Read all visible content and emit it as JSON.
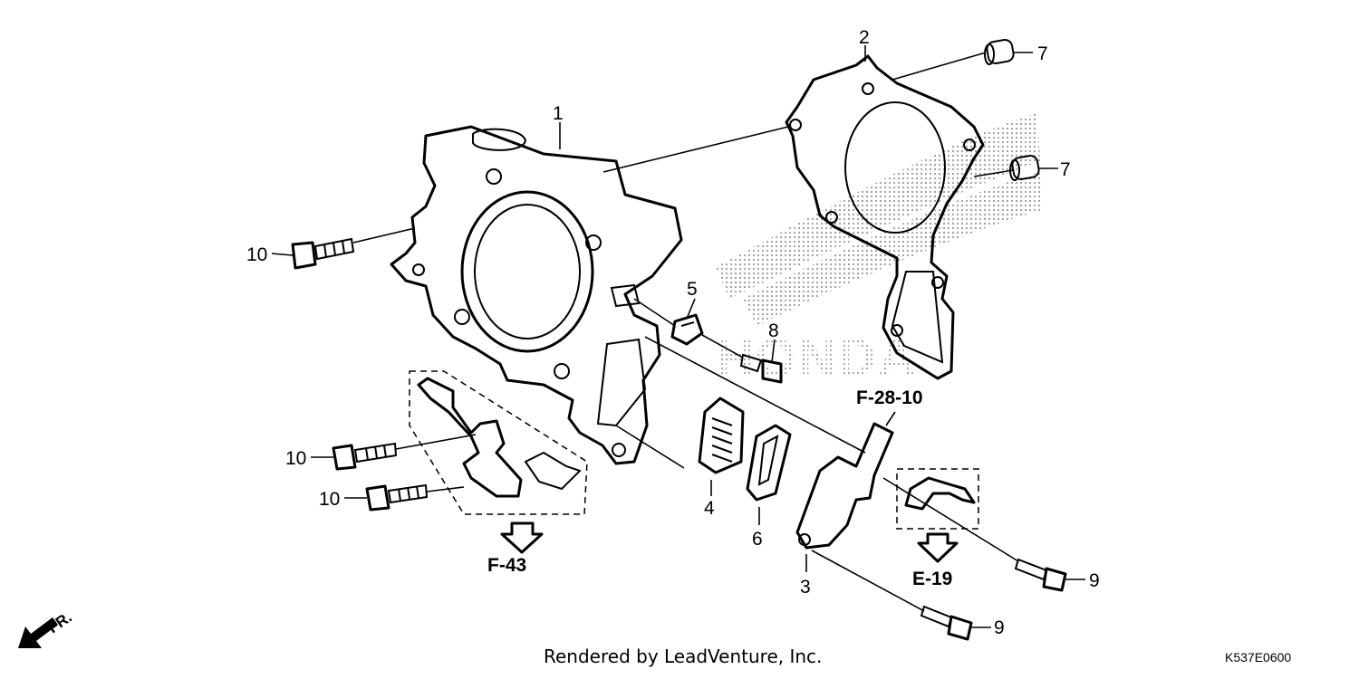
{
  "callouts": {
    "c1": "1",
    "c2": "2",
    "c3": "3",
    "c4": "4",
    "c5": "5",
    "c6": "6",
    "c7a": "7",
    "c7b": "7",
    "c8": "8",
    "c9a": "9",
    "c9b": "9",
    "c10a": "10",
    "c10b": "10",
    "c10c": "10"
  },
  "references": {
    "f28": "F-28-10",
    "f43": "F-43",
    "e19": "E-19"
  },
  "direction_label": "FR.",
  "watermark": "HONDA",
  "footer": {
    "credit": "Rendered by LeadVenture, Inc.",
    "diagram_code": "K537E0600"
  }
}
